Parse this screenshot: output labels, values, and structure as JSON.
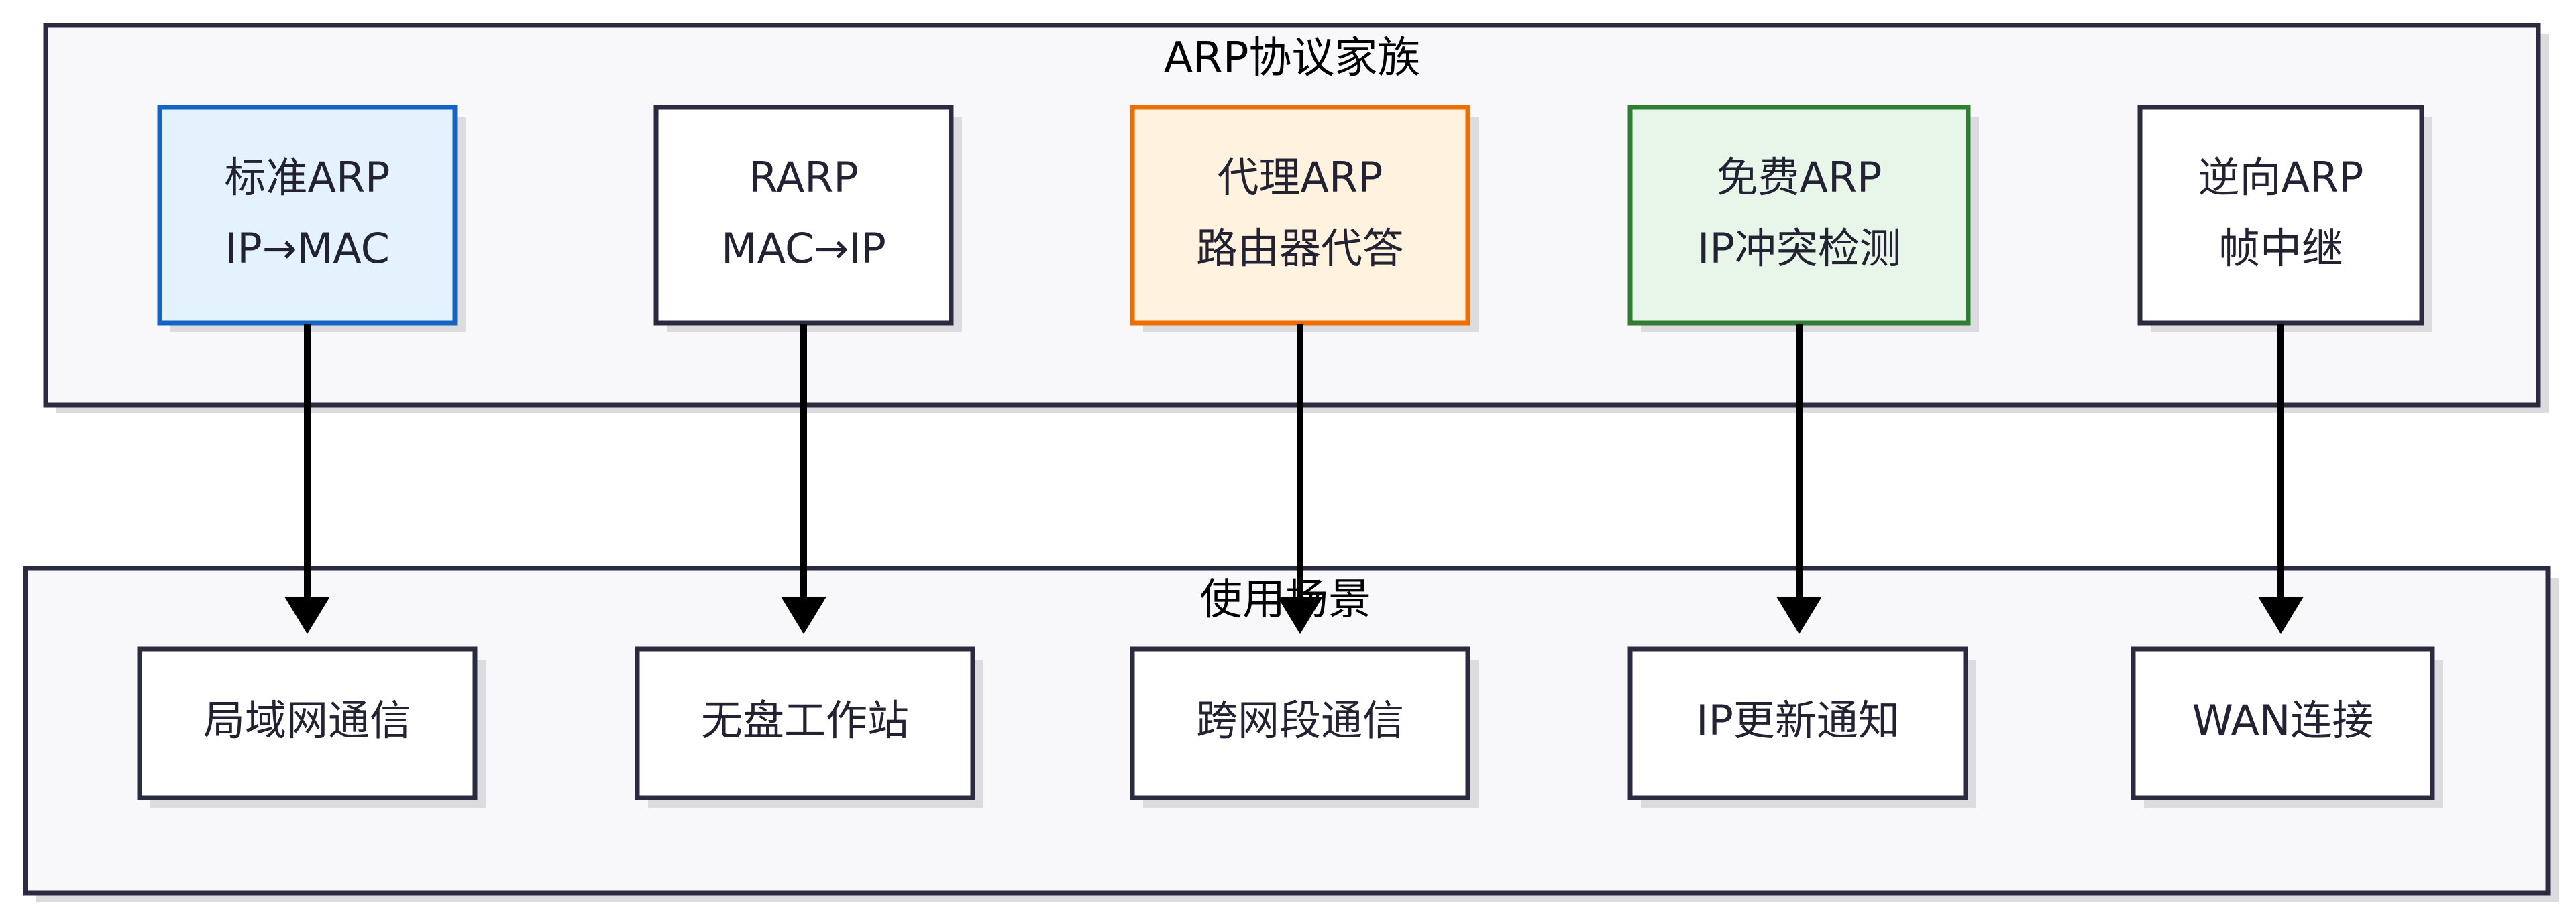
{
  "groups": {
    "protocols": {
      "title": "ARP协议家族"
    },
    "scenarios": {
      "title": "使用场景"
    }
  },
  "protocols": [
    {
      "line1": "标准ARP",
      "line2": "IP→MAC",
      "fill": "#E3F2FD",
      "stroke": "#1565C0"
    },
    {
      "line1": "RARP",
      "line2": "MAC→IP",
      "fill": "#FFFFFF",
      "stroke": "#2B2B40"
    },
    {
      "line1": "代理ARP",
      "line2": "路由器代答",
      "fill": "#FFF3E0",
      "stroke": "#EF6C00"
    },
    {
      "line1": "免费ARP",
      "line2": "IP冲突检测",
      "fill": "#E8F5E9",
      "stroke": "#2E7D32"
    },
    {
      "line1": "逆向ARP",
      "line2": "帧中继",
      "fill": "#FFFFFF",
      "stroke": "#2B2B40"
    }
  ],
  "scenarios": [
    {
      "label": "局域网通信"
    },
    {
      "label": "无盘工作站"
    },
    {
      "label": "跨网段通信"
    },
    {
      "label": "IP更新通知"
    },
    {
      "label": "WAN连接"
    }
  ],
  "colors": {
    "container_fill": "#F8F8FB",
    "container_stroke": "#2B2B40",
    "shadow": "#DCDCE0",
    "arrow": "#000000"
  }
}
